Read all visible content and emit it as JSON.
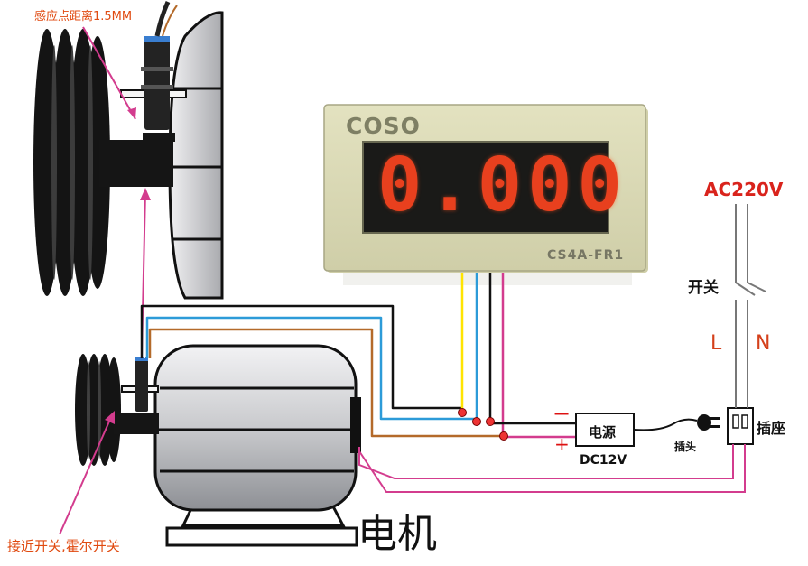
{
  "meter": {
    "brand": "COSO",
    "reading": "0.000",
    "model": "CS4A-FR1"
  },
  "power": {
    "ac_label": "AC220V",
    "switch_label": "开关",
    "l_label": "L",
    "n_label": "N",
    "psu_label": "电源",
    "psu_voltage": "DC12V",
    "minus_sign": "−",
    "plus_sign": "+",
    "plug_label": "插头",
    "socket_label": "插座"
  },
  "motor": {
    "label": "电机"
  },
  "sensor": {
    "distance_note": "感应点距离1.5MM",
    "sensor_type": "接近开关,霍尔开关"
  },
  "colors": {
    "display_digits": "#e8401e",
    "meter_face": "#d9d8b4",
    "wire_blue": "#2c9bd8",
    "wire_brown": "#b46a2a",
    "wire_yellow": "#ffe400",
    "wire_pink": "#d33c8e",
    "wire_black": "#111111"
  }
}
